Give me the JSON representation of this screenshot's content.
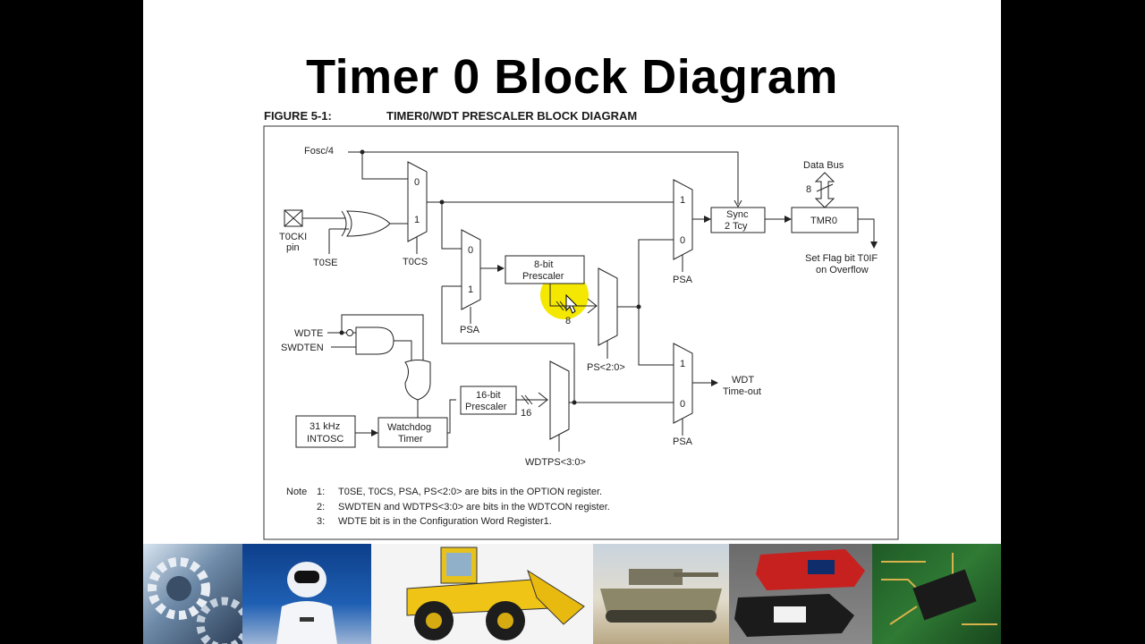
{
  "slide": {
    "title": "Timer 0 Block Diagram",
    "figure_label": "FIGURE 5-1:",
    "figure_title": "TIMER0/WDT PRESCALER BLOCK DIAGRAM"
  },
  "diagram": {
    "fosc": "Fosc/4",
    "t0cki_pin": [
      "T0CKI",
      "pin"
    ],
    "t0se": "T0SE",
    "t0cs": "T0CS",
    "psa": "PSA",
    "mux_0": "0",
    "mux_1": "1",
    "prescaler8": [
      "8-bit",
      "Prescaler"
    ],
    "bus8": "8",
    "ps": "PS<2:0>",
    "sync": [
      "Sync",
      "2 Tcy"
    ],
    "tmr0": "TMR0",
    "data_bus": "Data Bus",
    "set_flag": [
      "Set Flag bit T0IF",
      "on Overflow"
    ],
    "wdte": "WDTE",
    "swdten": "SWDTEN",
    "prescaler16": [
      "16-bit",
      "Prescaler"
    ],
    "bus16": "16",
    "wdtps": "WDTPS<3:0>",
    "intosc": [
      "31 kHz",
      "INTOSC"
    ],
    "watchdog": [
      "Watchdog",
      "Timer"
    ],
    "wdt_timeout": [
      "WDT",
      "Time-out"
    ]
  },
  "notes": {
    "heading": "Note",
    "items": [
      {
        "num": "1:",
        "text": "T0SE, T0CS, PSA, PS<2:0> are bits in the OPTION register."
      },
      {
        "num": "2:",
        "text": "SWDTEN and WDTPS<3:0> are bits in the WDTCON register."
      },
      {
        "num": "3:",
        "text": "WDTE bit is in the Configuration Word Register1."
      }
    ]
  },
  "highlight_color": "#f5e800",
  "photos": [
    "gears-image",
    "asimo-robot-image",
    "wheel-loader-image",
    "tank-image",
    "race-cars-image",
    "circuit-board-image"
  ]
}
